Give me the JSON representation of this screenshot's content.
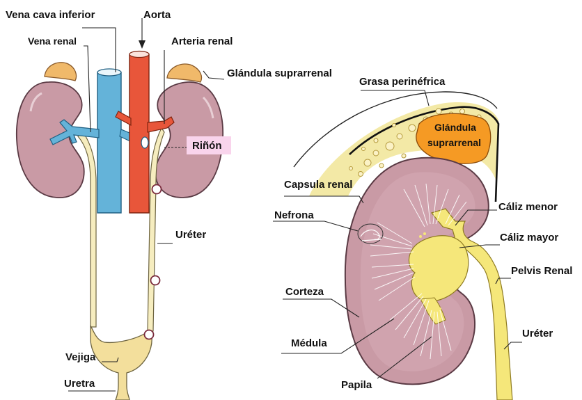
{
  "left_panel": {
    "labels": {
      "vena_cava_inferior": "Vena cava inferior",
      "aorta": "Aorta",
      "vena_renal": "Vena renal",
      "arteria_renal": "Arteria renal",
      "glandula_suprarrenal": "Glándula suprarrenal",
      "rinon": "Riñón",
      "ureter": "Uréter",
      "vejiga": "Vejiga",
      "uretra": "Uretra"
    }
  },
  "right_panel": {
    "labels": {
      "grasa_perinefrica": "Grasa perinéfrica",
      "glandula_line1": "Glándula",
      "glandula_line2": "suprarrenal",
      "capsula_renal": "Capsula renal",
      "nefrona": "Nefrona",
      "caliz_menor": "Cáliz menor",
      "caliz_mayor": "Cáliz mayor",
      "pelvis_renal": "Pelvis Renal",
      "corteza": "Corteza",
      "medula": "Médula",
      "papila": "Papila",
      "ureter": "Uréter"
    }
  },
  "colors": {
    "kidney": "#c99aa5",
    "kidney_outline": "#5a3a44",
    "vein": "#64b3d9",
    "artery": "#e8563a",
    "adrenal": "#f0b96a",
    "adrenal_right": "#f59a24",
    "urine_tract": "#f6edbf",
    "pelvis": "#f5e77a",
    "fat": "#f3e9a6",
    "highlight_box": "#f9d4ec"
  }
}
